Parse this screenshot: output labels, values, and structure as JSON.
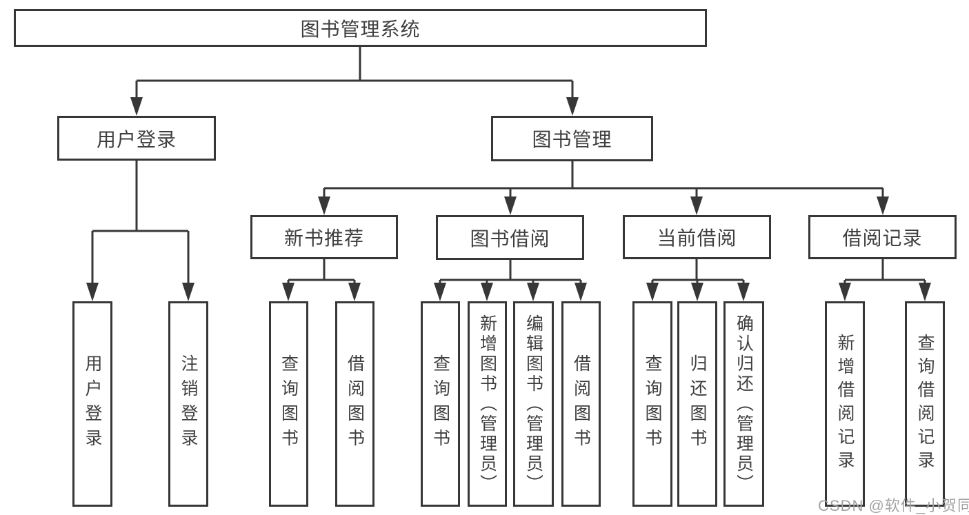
{
  "diagram": {
    "root": {
      "label": "图书管理系统"
    },
    "level2": [
      {
        "label": "用户登录"
      },
      {
        "label": "图书管理"
      }
    ],
    "level3": [
      {
        "label": "新书推荐"
      },
      {
        "label": "图书借阅"
      },
      {
        "label": "当前借阅"
      },
      {
        "label": "借阅记录"
      }
    ],
    "leaves": [
      {
        "label": "用户登录",
        "parent": "用户登录"
      },
      {
        "label": "注销登录",
        "parent": "用户登录"
      },
      {
        "label": "查询图书",
        "parent": "新书推荐"
      },
      {
        "label": "借阅图书",
        "parent": "新书推荐"
      },
      {
        "label": "查询图书",
        "parent": "图书借阅"
      },
      {
        "label": "新增图书（管理员）",
        "parent": "图书借阅"
      },
      {
        "label": "编辑图书（管理员）",
        "parent": "图书借阅"
      },
      {
        "label": "借阅图书",
        "parent": "图书借阅"
      },
      {
        "label": "查询图书",
        "parent": "当前借阅"
      },
      {
        "label": "归还图书",
        "parent": "当前借阅"
      },
      {
        "label": "确认归还（管理员）",
        "parent": "当前借阅"
      },
      {
        "label": "新增借阅记录",
        "parent": "借阅记录"
      },
      {
        "label": "查询借阅记录",
        "parent": "借阅记录"
      }
    ],
    "watermark": "CSDN @软件_小贺同学",
    "colors": {
      "background": "#ffffff",
      "box_border": "#373737",
      "text": "#3f3f3f",
      "connector": "#373737",
      "watermark": "#a3a3a3"
    }
  }
}
